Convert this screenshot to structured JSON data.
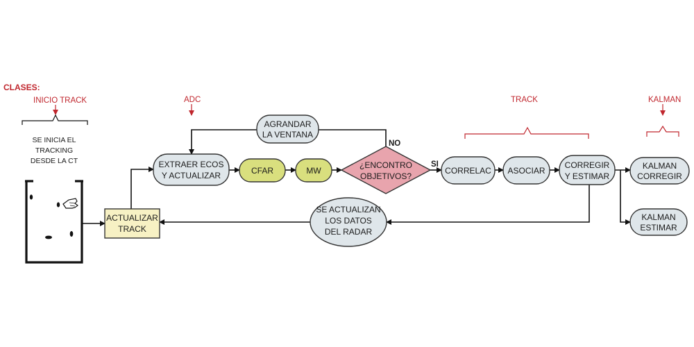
{
  "classes": {
    "title": "CLASES:",
    "inicio_track": "INICIO TRACK",
    "adc": "ADC",
    "track": "TRACK",
    "kalman": "KALMAN"
  },
  "start_note": {
    "line1": "SE INICIA EL",
    "line2": "TRACKING",
    "line3": "DESDE LA CT"
  },
  "nodes": {
    "extraer": {
      "line1": "EXTRAER ECOS",
      "line2": "Y ACTUALIZAR"
    },
    "cfar": "CFAR",
    "mw": "MW",
    "encontro": {
      "line1": "¿ENCONTRO",
      "line2": "OBJETIVOS?"
    },
    "agrandar": {
      "line1": "AGRANDAR",
      "line2": "LA VENTANA"
    },
    "correlac": "CORRELAC",
    "asociar": "ASOCIAR",
    "corregir_estimar": {
      "line1": "CORREGIR",
      "line2": "Y ESTIMAR"
    },
    "kalman_corregir": {
      "line1": "KALMAN",
      "line2": "CORREGIR"
    },
    "kalman_estimar": {
      "line1": "KALMAN",
      "line2": "ESTIMAR"
    },
    "actualizan": {
      "line1": "SE ACTUALIZAN",
      "line2": "LOS DATOS",
      "line3": "DEL RADAR"
    },
    "actualizar_track": {
      "line1": "ACTUALIZAR",
      "line2": "TRACK"
    }
  },
  "edge_labels": {
    "no": "NO",
    "si": "SI"
  },
  "colors": {
    "grey_node": "#dfe6ea",
    "green_node": "#d9df7e",
    "yellow_node": "#f7f1c4",
    "decision": "#e8a4ad",
    "class_labels": "#c0262d"
  }
}
